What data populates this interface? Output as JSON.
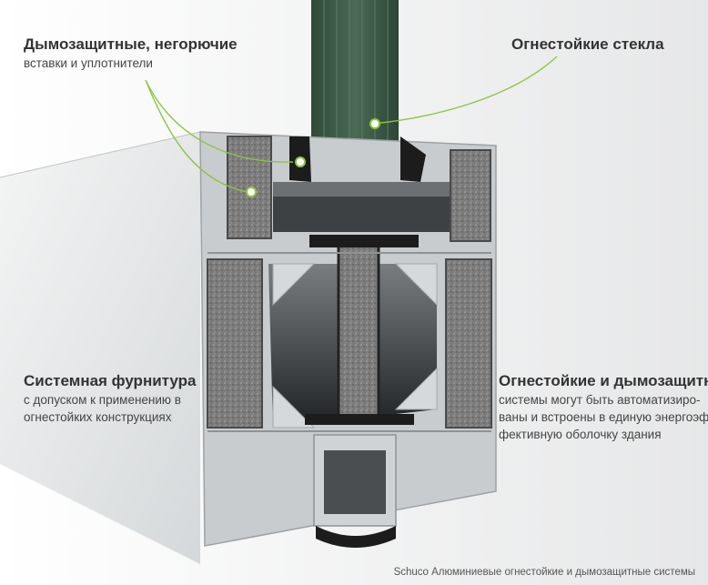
{
  "labels": {
    "smoke_inserts": {
      "title": "Дымозащитные, негорючие",
      "body": "вставки и уплотнители"
    },
    "fire_glass": {
      "title": "Огнестойкие стекла"
    },
    "system_fittings": {
      "title": "Системная фурнитура",
      "lines": [
        "с допуском к применению в",
        "огнестойких конструкциях"
      ]
    },
    "fire_smoke_systems": {
      "title": "Огнестойкие и дымозащитные",
      "lines": [
        "системы могут быть автоматизиро-",
        "ваны и встроены в единую энергоэф-",
        "фективную оболочку здания"
      ]
    }
  },
  "caption": "Schuco Алюминиевые огнестойкие и дымозащитные системы",
  "colors": {
    "callout_line": "#8dc63f",
    "glass": "#3d5a46",
    "insulation": "#7d7d7d",
    "aluminium": "#c9ccce",
    "seal": "#1c1c1c"
  }
}
